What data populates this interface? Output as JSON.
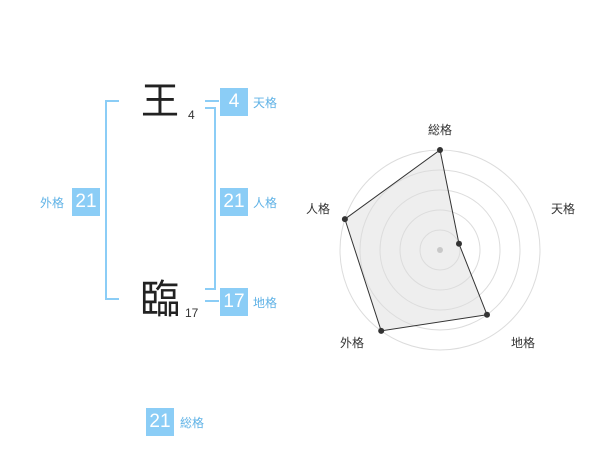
{
  "colors": {
    "accent": "#8bcdf6",
    "label_text": "#5fb2e6",
    "ring": "#dcdcdc",
    "chart_fill": "#eeeeee",
    "chart_line": "#333333",
    "center_dot": "#c8c8c8"
  },
  "name": {
    "characters": [
      {
        "char": "王",
        "strokes": "4"
      },
      {
        "char": "臨",
        "strokes": "17"
      }
    ]
  },
  "kakusu": {
    "tenkaku": {
      "value": "4",
      "label": "天格"
    },
    "jinkaku": {
      "value": "21",
      "label": "人格"
    },
    "chikaku": {
      "value": "17",
      "label": "地格"
    },
    "gaikaku": {
      "value": "21",
      "label": "外格"
    },
    "soukaku": {
      "value": "21",
      "label": "総格"
    }
  },
  "chart_data": {
    "type": "radar",
    "axes": [
      "総格",
      "天格",
      "地格",
      "外格",
      "人格"
    ],
    "values": [
      5,
      1,
      4,
      5,
      5
    ],
    "range": [
      0,
      5
    ],
    "grid": true
  }
}
